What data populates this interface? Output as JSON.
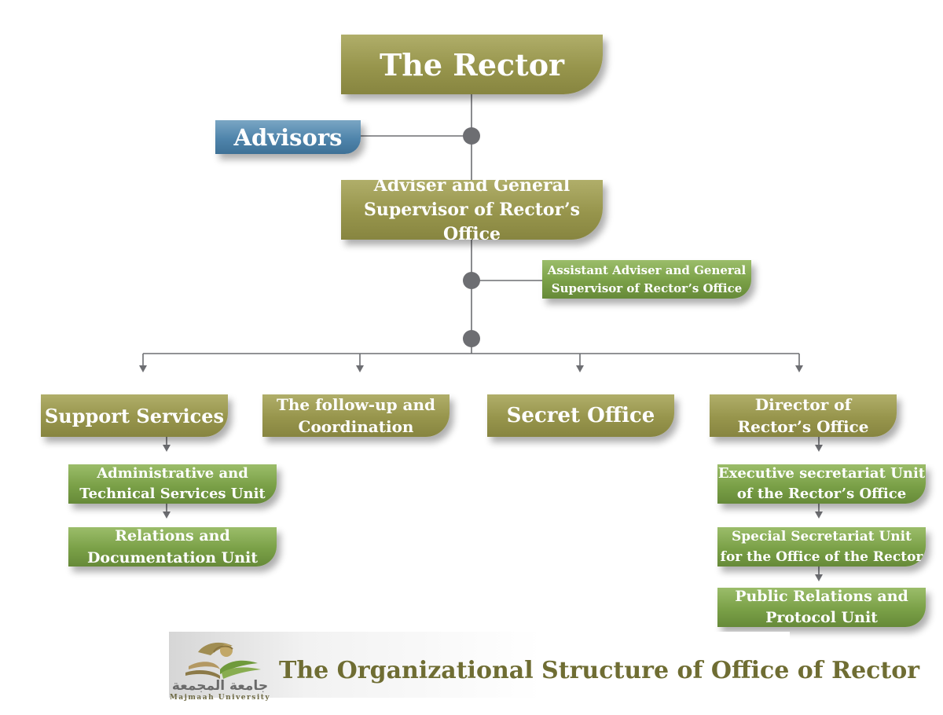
{
  "colors": {
    "olive": "#979550",
    "green": "#7aa047",
    "blue": "#4f84ab",
    "connector": "#6d6e72",
    "title_text": "#6f6d33"
  },
  "nodes": {
    "rector": "The Rector",
    "advisors": "Advisors",
    "adviser_general_supervisor": [
      "Adviser and General",
      "Supervisor of Rector’s Office"
    ],
    "assistant_adviser": [
      "Assistant Adviser and General",
      "Supervisor of Rector’s Office"
    ],
    "support_services": "Support Services",
    "follow_up": [
      "The follow-up and",
      "Coordination"
    ],
    "secret_office": "Secret Office",
    "director": [
      "Director of",
      "Rector’s Office"
    ],
    "admin_technical_unit": [
      "Administrative and",
      "Technical Services Unit"
    ],
    "relations_documentation_unit": [
      "Relations and",
      "Documentation Unit"
    ],
    "executive_secretariat_unit": [
      "Executive secretariat Unit",
      "of the Rector’s Office"
    ],
    "special_secretariat_unit": [
      "Special Secretariat Unit",
      "for the Office of the Rector"
    ],
    "public_relations_unit": [
      "Public Relations and",
      "Protocol Unit"
    ]
  },
  "footer": {
    "title": "The Organizational Structure of Office of Rector",
    "logo_arabic": "جامعة المجمعة",
    "logo_english": "Majmaah University"
  }
}
